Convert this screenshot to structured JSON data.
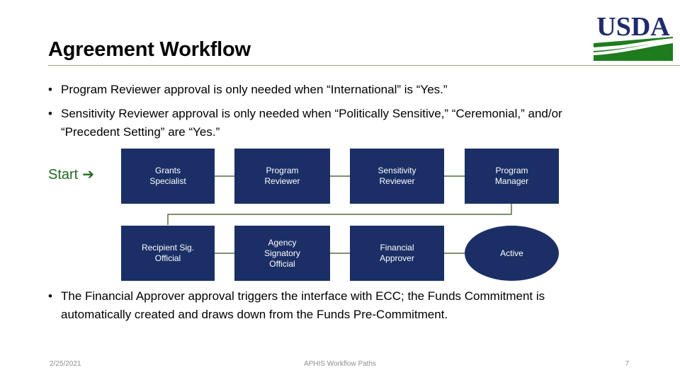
{
  "slide": {
    "title": "Agreement Workflow",
    "accent_rule_color": "#9aa87a",
    "node_color": "#1b2f66",
    "start_color": "#1f6b1f",
    "connector_color": "#2d5016"
  },
  "logo": {
    "name": "usda-logo",
    "wordmark": "USDA",
    "wordmark_color": "#1f2a6e",
    "field_color": "#1e7b1e"
  },
  "bullets_top": [
    "Program Reviewer approval is only needed when “International” is “Yes.”",
    "Sensitivity Reviewer approval is only needed when “Politically Sensitive,” “Ceremonial,” and/or “Precedent Setting” are “Yes.”"
  ],
  "bullets_bottom": [
    "The Financial Approver approval triggers the interface with ECC; the Funds Commitment is automatically created and draws down from the Funds Pre-Commitment."
  ],
  "flow": {
    "start_label": "Start",
    "start_arrow": "➔",
    "row1": [
      {
        "label": "Grants\nSpecialist"
      },
      {
        "label": "Program\nReviewer"
      },
      {
        "label": "Sensitivity\nReviewer"
      },
      {
        "label": "Program\nManager"
      }
    ],
    "row2": [
      {
        "label": "Recipient Sig.\nOfficial"
      },
      {
        "label": "Agency\nSignatory\nOfficial"
      },
      {
        "label": "Financial\nApprover"
      },
      {
        "label": "Active",
        "shape": "ellipse"
      }
    ]
  },
  "footer": {
    "date": "2/25/2021",
    "center": "APHIS Workflow Paths",
    "page": "7"
  }
}
